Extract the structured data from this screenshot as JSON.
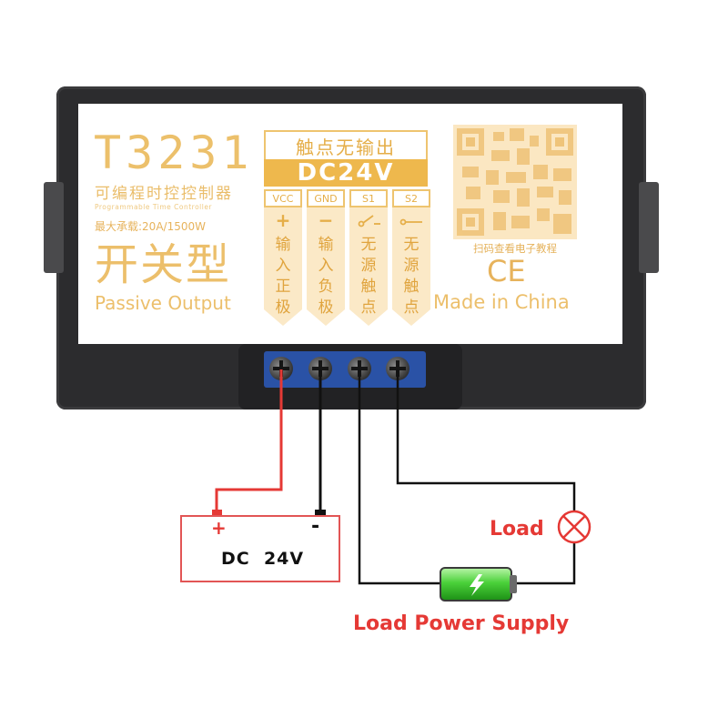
{
  "device": {
    "model": "T3231",
    "title_cn": "可编程时控控制器",
    "subtitle_en": "Programmable Time Controller",
    "max_load": "最大承载:20A/1500W",
    "type_cn": "开关型",
    "type_en": "Passive Output",
    "contact_note": "触点无输出",
    "supply_voltage": "DC24V",
    "qr_caption": "扫码查看电子教程",
    "cert_mark": "CE",
    "origin": "Made in China",
    "terminals": [
      {
        "code": "VCC",
        "symbol": "+",
        "text": "输入正极"
      },
      {
        "code": "GND",
        "symbol": "−",
        "text": "输入负极"
      },
      {
        "code": "S1",
        "symbol": "switch",
        "text": "无源触点"
      },
      {
        "code": "S2",
        "symbol": "switch",
        "text": "无源触点"
      }
    ]
  },
  "diagram": {
    "power_plus": "+",
    "power_minus": "-",
    "power_label": "DC  24V",
    "load_label": "Load",
    "load_supply_label": "Load Power Supply"
  },
  "colors": {
    "label_gold": "#ecbf6b",
    "voltage_bar": "#eeb84d",
    "positive_wire": "#e53935",
    "negative_wire": "#111111",
    "terminal_block": "#2a52a6",
    "housing": "#2c2c2e",
    "battery": "#4bd13a"
  },
  "icons": [
    "qr-code-icon",
    "ce-mark-icon",
    "switch-contact-icon",
    "lamp-icon",
    "battery-icon",
    "lightning-icon",
    "screw-icon"
  ]
}
